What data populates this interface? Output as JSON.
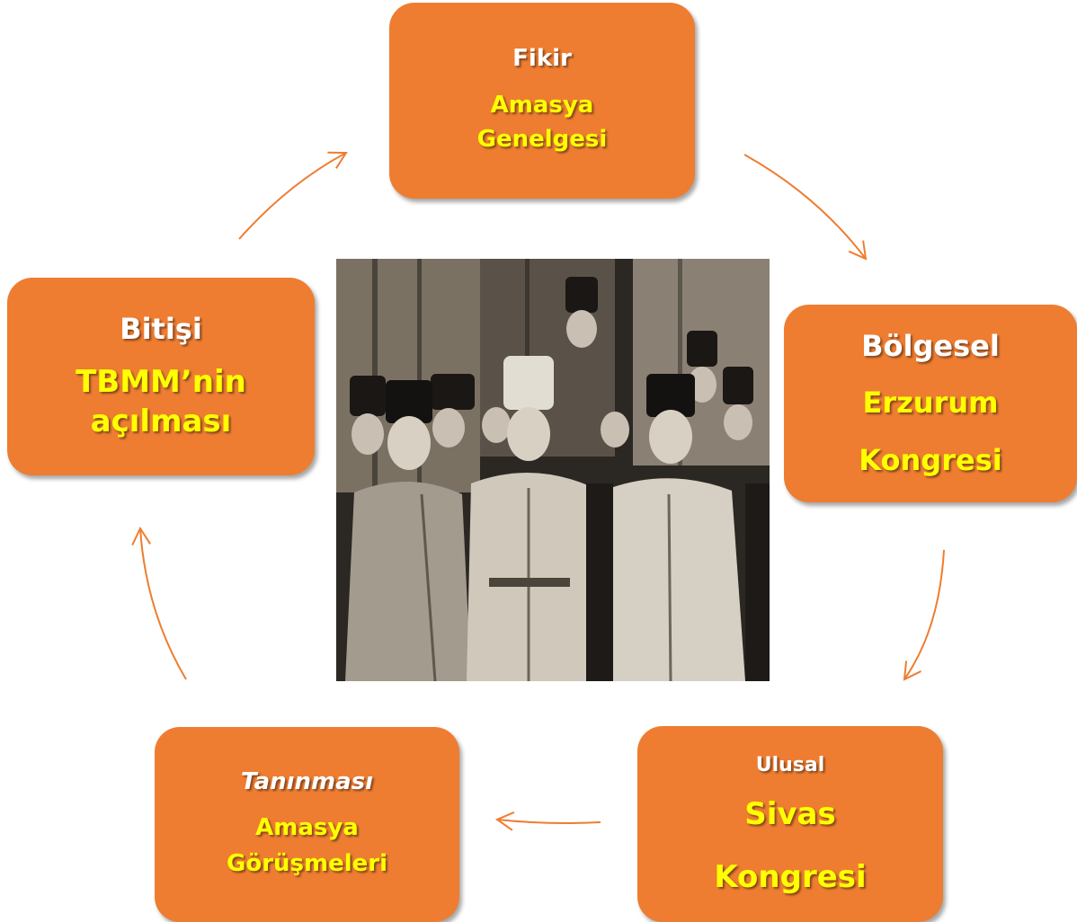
{
  "nodes": {
    "top": {
      "heading": "Fikir",
      "lines": [
        "Amasya",
        "Genelgesi"
      ]
    },
    "right": {
      "heading": "Bölgesel",
      "lines": [
        "Erzurum",
        "Kongresi"
      ]
    },
    "bottom_right": {
      "heading": "Ulusal",
      "lines": [
        "Sivas",
        "Kongresi"
      ]
    },
    "bottom_left": {
      "heading": "Tanınması",
      "lines": [
        "Amasya",
        "Görüşmeleri"
      ]
    },
    "left": {
      "heading": "Bitişi",
      "lines": [
        "TBMM’nin",
        "açılması"
      ]
    }
  },
  "colors": {
    "box_fill": "#ee7d31",
    "heading_text": "#ffffff",
    "highlight_text": "#ffff00",
    "arrow": "#ee7d31"
  },
  "center_image": {
    "content": "historical-group-photo",
    "tone": "black-and-white"
  }
}
